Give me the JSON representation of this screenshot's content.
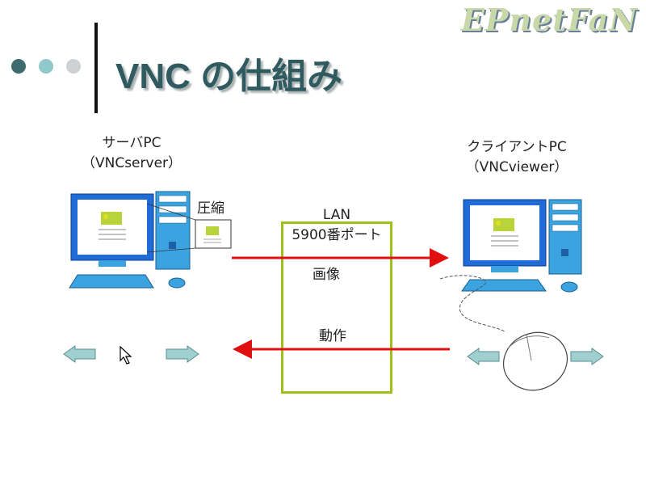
{
  "header": {
    "logo_text": "EPnetFaN",
    "title": "VNC の仕組み",
    "bullet_colors": [
      "#3e6b6e",
      "#8fc9c9",
      "#cfd2d2"
    ]
  },
  "server": {
    "label_line1": "サーバPC",
    "label_line2": "（VNCserver）",
    "compress_label": "圧縮"
  },
  "client": {
    "label_line1": "クライアントPC",
    "label_line2": "（VNCviewer）"
  },
  "network": {
    "lan_label": "LAN",
    "port_label": "5900番ポート",
    "image_label": "画像",
    "action_label": "動作"
  },
  "colors": {
    "arrow": "#e01010",
    "lan_box": "#9cc21a",
    "monitor": "#1f6cd8",
    "nav_arrow": "#9fcfcf"
  }
}
